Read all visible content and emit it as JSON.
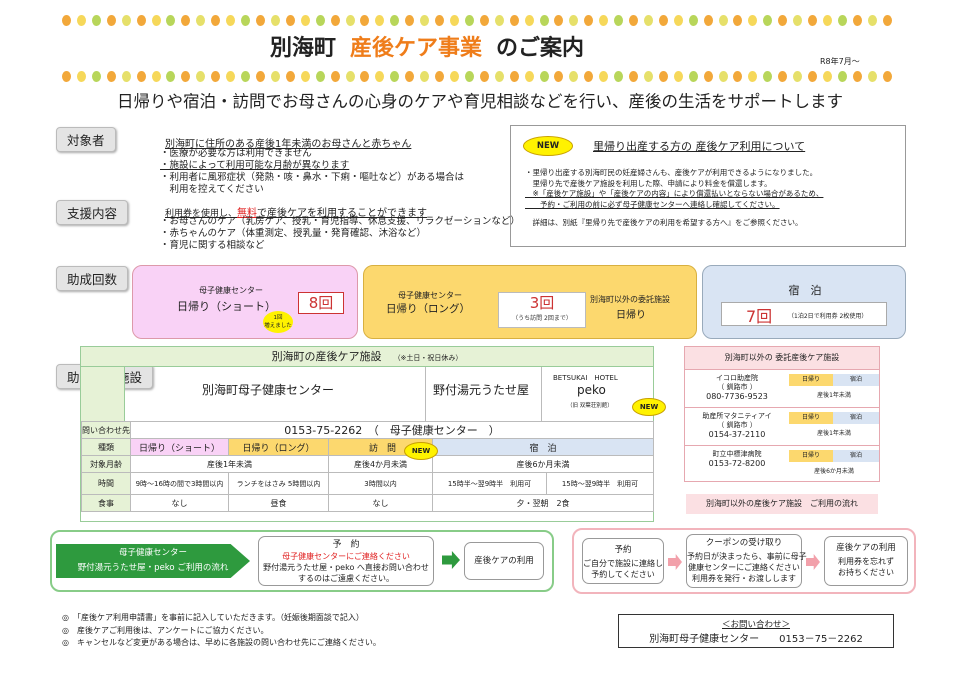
{
  "header": {
    "title_pre": "別海町",
    "title_main": "産後ケア事業",
    "title_post": "のご案内",
    "date_note": "R8年7月～",
    "subtitle": "日帰りや宿泊・訪問でお母さんの心身のケアや育児相談などを行い、産後の生活をサポートします"
  },
  "target": {
    "tag": "対象者",
    "heading": "別海町に住所のある産後1年未満のお母さんと赤ちゃん",
    "items": [
      "・医療が必要な方は利用できません",
      "・施設によって利用可能な月齢が異なります",
      "・利用者に風邪症状（発熱・咳・鼻水・下痢・嘔吐など）がある場合は",
      "　利用を控えてください"
    ]
  },
  "support": {
    "tag": "支援内容",
    "lead_pre": "利用券を使用し、",
    "lead_red": "無料",
    "lead_post": "で産後ケアを利用することができます",
    "items": [
      "・お母さんのケア（乳房ケア、授乳・育児指導、休息支援、リラクゼーションなど）",
      "・赤ちゃんのケア（体重測定、授乳量・発育確認、沐浴など）",
      "・育児に関する相談など"
    ]
  },
  "satogaeri": {
    "new": "NEW",
    "title": "里帰り出産する方の 産後ケア利用について",
    "lines": [
      "・里帰り出産する別海町民の妊産婦さんも、産後ケアが利用できるようになりました。",
      "　里帰り先で産後ケア施設を利用した際、申請により料金を償還します。",
      "　※「産後ケア施設」や「産後ケアの内容」により償還払いとならない場合があるため、",
      "　　予約・ご利用の前に必ず母子健康センターへ連絡し確認してください。",
      "　詳細は、別紙『里帰り先で産後ケアの利用を希望する方へ』をご参照ください。"
    ]
  },
  "subsidy": {
    "tag": "助成回数",
    "short": {
      "center": "母子健康センター",
      "type": "日帰り（ショート）",
      "count": "8回",
      "note_1": "1回",
      "note_2": "増えました"
    },
    "long": {
      "center": "母子健康センター",
      "type": "日帰り（ロング）",
      "count": "3回",
      "note": "（うち訪問 2回まで）",
      "other_1": "別海町以外の委託施設",
      "other_2": "日帰り"
    },
    "stay": {
      "type": "宿　泊",
      "count": "7回",
      "note": "（1泊2日で利用券 2枚使用）"
    }
  },
  "facilities": {
    "tag": "助成可能施設",
    "title": "別海町の産後ケア施設",
    "title_note": "（※土日・祝日休み）",
    "center": "別海町母子健康センター",
    "utase": "野付湯元うたせ屋",
    "hotel_1": "BETSUKAI　HOTEL",
    "hotel_2": "peko",
    "hotel_3": "（旧 双葉荘別館）",
    "new": "NEW",
    "contact_label": "問い合わせ先",
    "contact_value": "0153-75-2262　（　母子健康センター　）",
    "row_type": "種類",
    "type_short": "日帰り（ショート）",
    "type_long": "日帰り（ロング）",
    "type_visit": "訪　問",
    "type_stay": "宿　泊",
    "row_age": "対象月齢",
    "age_1": "産後1年未満",
    "age_2": "産後4か月未満",
    "age_3": "産後6か月未満",
    "row_time": "時間",
    "time_1": "9時～16時の間で3時間以内",
    "time_2": "ランチをはさみ 5時間以内",
    "time_3": "3時間以内",
    "time_4": "15時半～翌9時半　利用可",
    "time_5": "15時～翌9時半　利用可",
    "row_meal": "食事",
    "meal_1": "なし",
    "meal_2": "昼食",
    "meal_3": "なし",
    "meal_4": "夕・翌朝　2食"
  },
  "outside": {
    "title": "別海町以外の 委託産後ケア施設",
    "day_label": "日帰り",
    "stay_label": "宿泊",
    "facilities": [
      {
        "name": "イコロ助産院",
        "area": "（ 釧路市 ）",
        "tel": "080-7736-9523",
        "note": "産後1年未満"
      },
      {
        "name": "助産所マタニティアイ",
        "area": "（ 釧路市 ）",
        "tel": "0154-37-2110",
        "note": "産後1年未満"
      },
      {
        "name": "町立中標津病院",
        "area": "",
        "tel": "0153-72-8200",
        "note": "産後6か月未満"
      }
    ]
  },
  "flow_local": {
    "title_1": "母子健康センター",
    "title_2": "野付湯元うたせ屋・peko ご利用の流れ",
    "step1_title": "予　約",
    "step1_red": "母子健康センターにご連絡ください",
    "step1_l1": "野付湯元うたせ屋・peko へ直接お問い合わせ",
    "step1_l2": "するのはご遠慮ください。",
    "step2": "産後ケアの利用"
  },
  "flow_other": {
    "title": "別海町以外の産後ケア施設　ご利用の流れ",
    "step1_title": "予約",
    "step1_l1": "ご自分で施設に連絡し",
    "step1_l2": "予約してください",
    "step2_title": "クーポンの受け取り",
    "step2_l1": "予約日が決まったら、事前に母子",
    "step2_l2": "健康センターにご連絡ください",
    "step2_l3": "利用券を発行・お渡しします",
    "step3_title": "産後ケアの利用",
    "step3_l1": "利用券を忘れず",
    "step3_l2": "お持ちください"
  },
  "notes": [
    "◎　「産後ケア利用申請書」を事前に記入していただきます。（妊娠後期面談で記入）",
    "◎　産後ケアご利用後は、アンケートにご協力ください。",
    "◎　キャンセルなど変更がある場合は、早めに各施設の問い合わせ先にご連絡ください。"
  ],
  "contact": {
    "title": "＜お問い合わせ＞",
    "line": "別海町母子健康センター　　0153－75－2262"
  },
  "colors": {
    "orange": "#ef7d1a",
    "pink": "#f9d2f6",
    "yellow": "#fcd86e",
    "blue": "#d9e4f3",
    "green": "#2e9a3e",
    "lightgreen": "#e6f2d6"
  }
}
